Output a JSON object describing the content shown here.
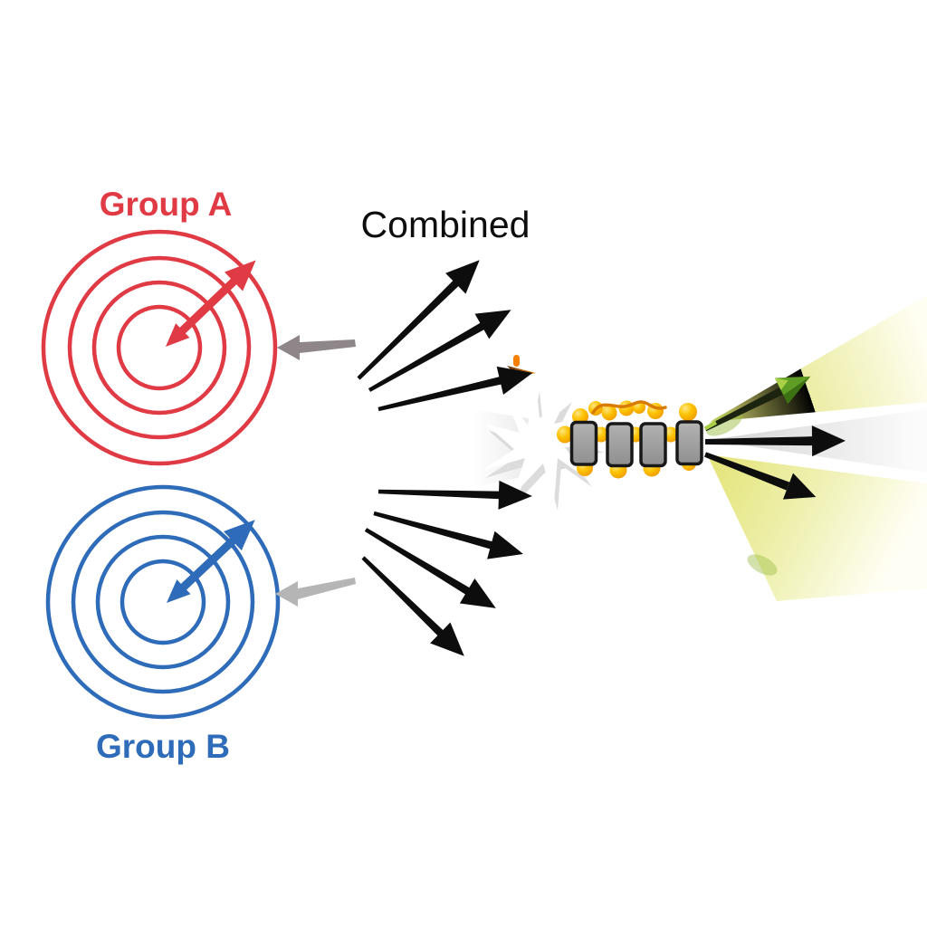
{
  "diagram": {
    "group_a": {
      "label": "Group A"
    },
    "group_b": {
      "label": "Group B"
    },
    "combined": {
      "label": "Combined"
    }
  },
  "colors": {
    "background": "#ffffff",
    "group_a_red": "#e03a45",
    "group_b_blue": "#2e6bb8",
    "arrow_black": "#0d0d0d",
    "pointer_gray_dark": "#8e8689",
    "pointer_gray_light": "#b5b5b5",
    "green_arrow": "#5f9d25",
    "green_arrow_light": "#a8cf45",
    "green_arrow_dark": "#3d7214",
    "beam_yellow": "#e3e476",
    "beam_gray": "#d3d3d3",
    "plate_border": "#181818",
    "dot_yellow": "#fcc200",
    "dot_orange": "#ee9300",
    "squiggle_orange": "#d97b00",
    "flame_orange": "#f77f00",
    "starburst_gray": "#dcdcdc"
  }
}
